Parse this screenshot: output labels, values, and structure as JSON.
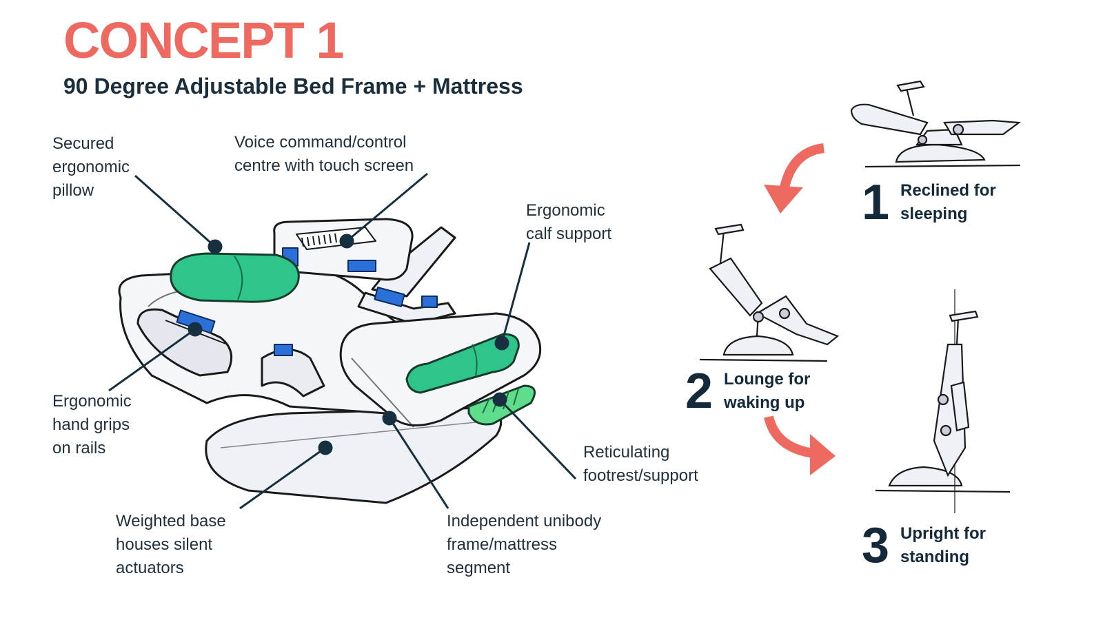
{
  "title": "CONCEPT 1",
  "subtitle": "90 Degree Adjustable Bed Frame + Mattress",
  "colors": {
    "title": "#ee6a60",
    "text": "#1b2e3c",
    "arrow": "#ee6a60",
    "green": "#2fc48a",
    "blue": "#2b6fd8",
    "outline": "#1a1a1a"
  },
  "callouts": [
    {
      "id": "pillow",
      "text": "Secured\nergonomic\npillow"
    },
    {
      "id": "voice",
      "text": "Voice command/control\ncentre with touch screen"
    },
    {
      "id": "calf",
      "text": "Ergonomic\ncalf support"
    },
    {
      "id": "grips",
      "text": "Ergonomic\nhand grips\non rails"
    },
    {
      "id": "footrest",
      "text": "Reticulating\nfootrest/support"
    },
    {
      "id": "base",
      "text": "Weighted base\nhouses silent\nactuators"
    },
    {
      "id": "segment",
      "text": "Independent unibody\nframe/mattress\nsegment"
    }
  ],
  "steps": [
    {
      "number": "1",
      "caption": "Reclined for\nsleeping"
    },
    {
      "number": "2",
      "caption": "Lounge for\nwaking up"
    },
    {
      "number": "3",
      "caption": "Upright for\nstanding"
    }
  ]
}
